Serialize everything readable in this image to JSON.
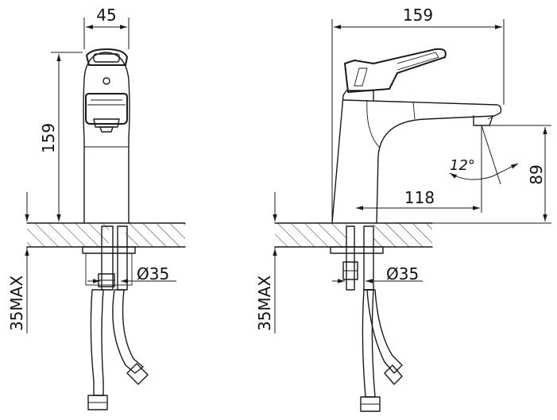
{
  "side_view": {
    "width_label": "45",
    "height_label": "159",
    "hole_label": "Ø35",
    "deck_label": "35MAX"
  },
  "front_view": {
    "length_label": "159",
    "reach_label": "118",
    "outlet_height_label": "89",
    "angle_label": "12°",
    "hole_label": "Ø35",
    "deck_label": "35MAX"
  }
}
